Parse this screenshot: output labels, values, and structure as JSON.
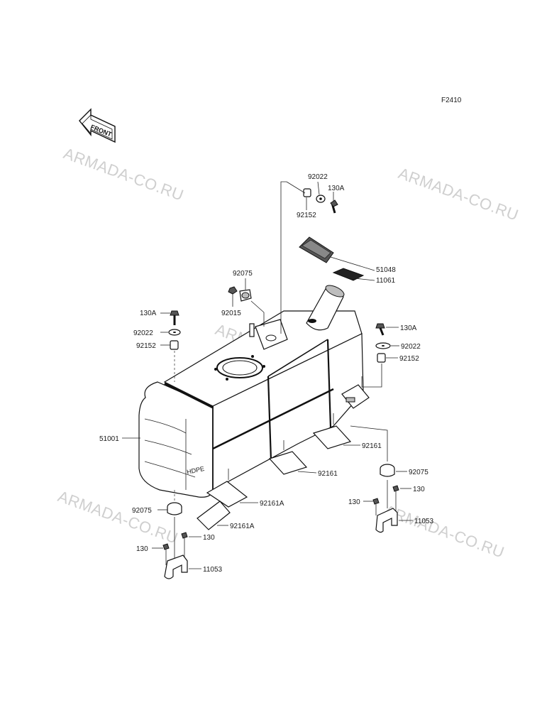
{
  "figure_code": "F2410",
  "front_label": "FRONT",
  "watermark": "ARMADA-CO.RU",
  "tank_marking": "HDPE",
  "labels": {
    "p92022_top": "92022",
    "p130A_top": "130A",
    "p92152_top": "92152",
    "p51048": "51048",
    "p11061": "11061",
    "p92075_top": "92075",
    "p92015": "92015",
    "p130A_left": "130A",
    "p92022_left": "92022",
    "p92152_left": "92152",
    "p130A_right": "130A",
    "p92022_right": "92022",
    "p92152_right": "92152",
    "p51001": "51001",
    "p92161_right": "92161",
    "p92161_mid": "92161",
    "p92075_right": "92075",
    "p130_right_a": "130",
    "p130_right_b": "130",
    "p11053_right": "11053",
    "p92161A_a": "92161A",
    "p92161A_b": "92161A",
    "p92075_left": "92075",
    "p130_left_a": "130",
    "p130_left_b": "130",
    "p11053_left": "11053"
  }
}
